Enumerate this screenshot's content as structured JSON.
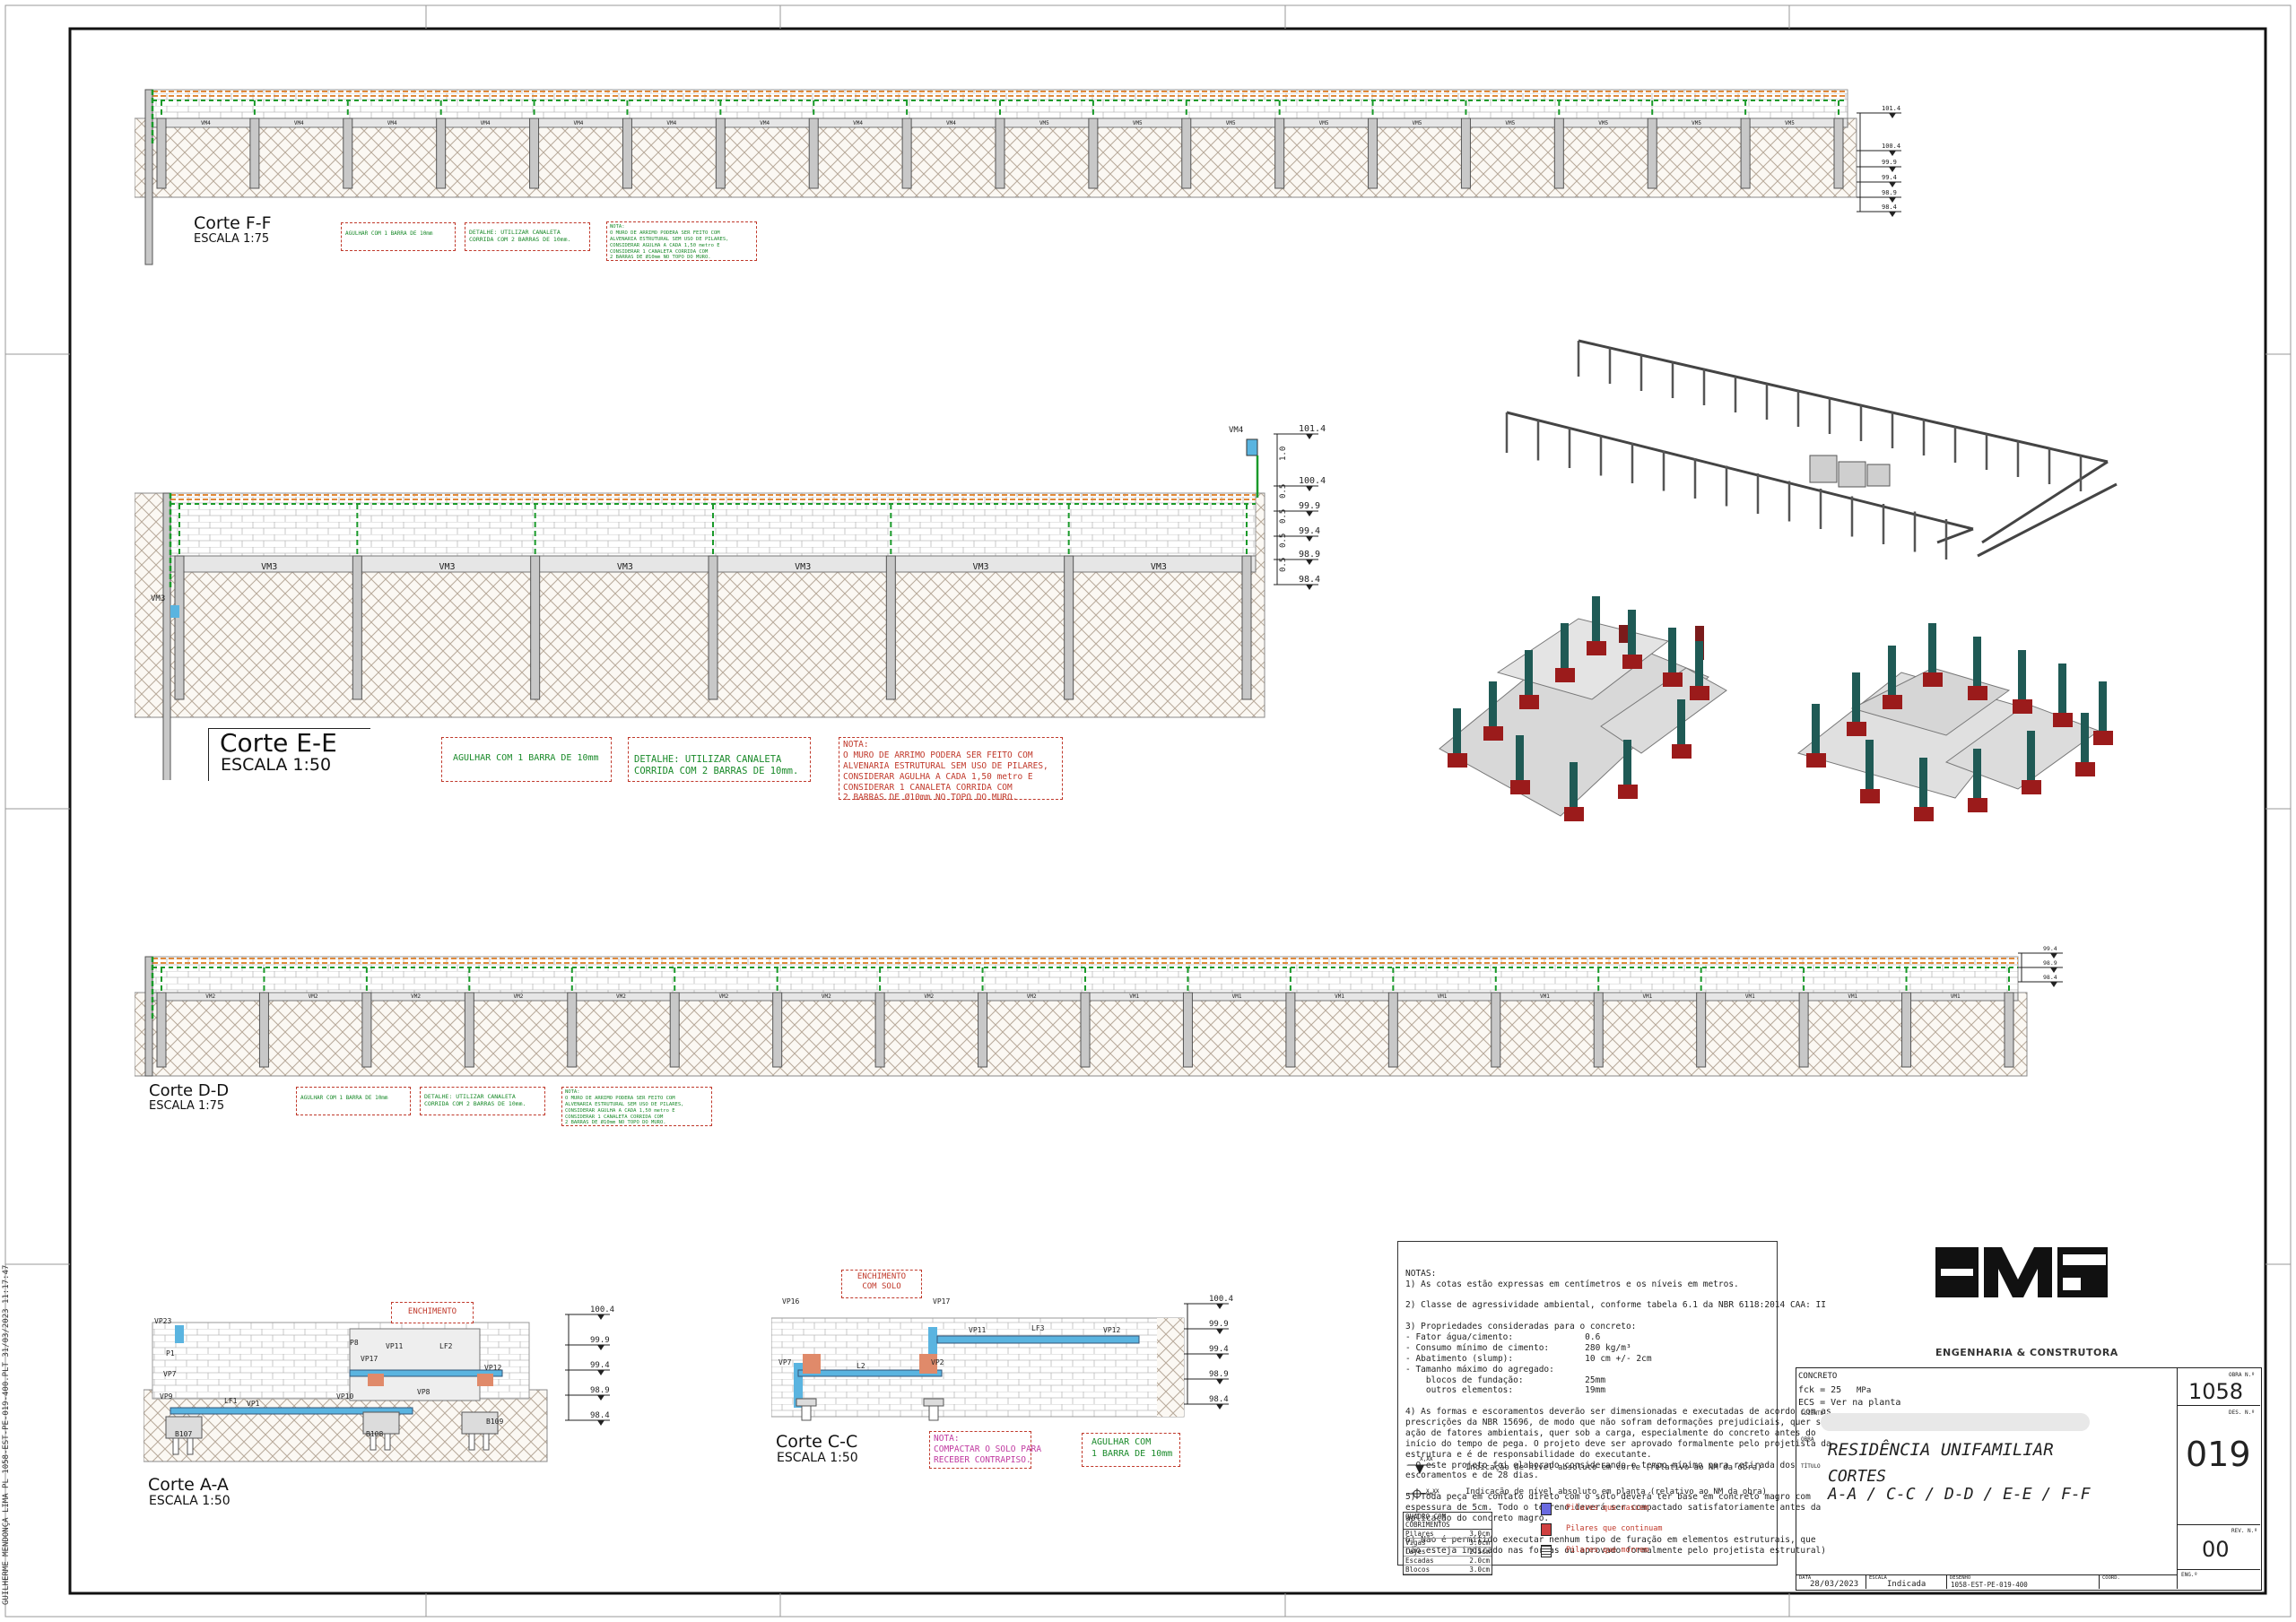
{
  "sheet": {
    "border_text": "GUILHERME MENDONÇA LIMA PL 1058-EST-PE-019-400.PLT 31/03/2023 11:17:47"
  },
  "sections": {
    "ff": {
      "title": "Corte F-F",
      "scale": "ESCALA 1:75",
      "beams": [
        "VM4",
        "VM4",
        "VM4",
        "VM4",
        "VM4",
        "VM4",
        "VM4",
        "VM4",
        "VM4",
        "VM5",
        "VM5",
        "VM5",
        "VM5",
        "VM5",
        "VM5",
        "VM5",
        "VM5",
        "VM5"
      ],
      "note1": "AGULHAR COM 1 BARRA DE 10mm",
      "note2": "DETALHE: UTILIZAR CANALETA\nCORRIDA COM 2 BARRAS DE 10mm.",
      "note3": "NOTA:\nO MURO DE ARRIMO PODERA SER FEITO COM\nALVENARIA ESTRUTURAL SEM USO DE PILARES,\nCONSIDERAR AGULHA A CADA 1,50 metro E\nCONSIDERAR 1 CANALETA CORRIDA COM\n2 BARRAS DE Ø10mm NO TOPO DO MURO.",
      "levels": [
        "101.4",
        "100.4",
        "99.9",
        "99.4",
        "98.9",
        "98.4"
      ]
    },
    "ee": {
      "title": "Corte E-E",
      "scale": "ESCALA 1:50",
      "beams": [
        "VM3",
        "VM3",
        "VM3",
        "VM3",
        "VM3",
        "VM3"
      ],
      "top_beam": "VM4",
      "side_label": "VM3",
      "note1": "AGULHAR COM 1 BARRA DE 10mm",
      "note2": "DETALHE: UTILIZAR CANALETA\nCORRIDA COM 2 BARRAS DE 10mm.",
      "note3": "NOTA:\nO MURO DE ARRIMO PODERA SER FEITO COM\nALVENARIA ESTRUTURAL SEM USO DE PILARES,\nCONSIDERAR AGULHA A CADA 1,50 metro E\nCONSIDERAR 1 CANALETA CORRIDA COM\n2 BARRAS DE Ø10mm NO TOPO DO MURO.",
      "levels": [
        "101.4",
        "100.4",
        "99.9",
        "99.4",
        "98.9",
        "98.4"
      ],
      "dims": [
        "1.0",
        "0.5",
        "0.5",
        "0.5",
        "0.5"
      ]
    },
    "dd": {
      "title": "Corte D-D",
      "scale": "ESCALA 1:75",
      "beams": [
        "VM2",
        "VM2",
        "VM2",
        "VM2",
        "VM2",
        "VM2",
        "VM2",
        "VM2",
        "VM2",
        "VM1",
        "VM1",
        "VM1",
        "VM1",
        "VM1",
        "VM1",
        "VM1",
        "VM1",
        "VM1"
      ],
      "note1": "AGULHAR COM 1 BARRA DE 10mm",
      "note2": "DETALHE: UTILIZAR CANALETA\nCORRIDA COM 2 BARRAS DE 10mm.",
      "note3": "NOTA:\nO MURO DE ARRIMO PODERA SER FEITO COM\nALVENARIA ESTRUTURAL SEM USO DE PILARES,\nCONSIDERAR AGULHA A CADA 1,50 metro E\nCONSIDERAR 1 CANALETA CORRIDA COM\n2 BARRAS DE Ø10mm NO TOPO DO MURO.",
      "levels": [
        "99.4",
        "98.9",
        "98.4"
      ]
    },
    "aa": {
      "title": "Corte A-A",
      "scale": "ESCALA 1:50",
      "tag": "ENCHIMENTO",
      "labels": [
        "VP23",
        "VP7",
        "VP9",
        "VP1",
        "VP10",
        "VP17",
        "VP11",
        "LF2",
        "VP12",
        "VP8",
        "LF1",
        "B107",
        "B108",
        "B109",
        "P8",
        "P1"
      ],
      "levels": [
        "100.4",
        "99.9",
        "99.4",
        "98.9",
        "98.4"
      ]
    },
    "cc": {
      "title": "Corte C-C",
      "scale": "ESCALA 1:50",
      "tag": "ENCHIMENTO\nCOM SOLO",
      "labels": [
        "VP16",
        "VP17",
        "VP11",
        "LF3",
        "VP12",
        "VP7",
        "VP2",
        "L2"
      ],
      "note1": "NOTA:\nCOMPACTAR O SOLO PARA\nRECEBER CONTRAPISO.",
      "note2": "AGULHAR COM\n1 BARRA DE 10mm",
      "levels": [
        "100.4",
        "99.9",
        "99.4",
        "98.9",
        "98.4"
      ]
    }
  },
  "general_notes": "NOTAS:\n1) As cotas estão expressas em centímetros e os níveis em metros.\n\n2) Classe de agressividade ambiental, conforme tabela 6.1 da NBR 6118:2014 CAA: II\n\n3) Propriedades consideradas para o concreto:\n- Fator água/cimento:              0.6\n- Consumo mínimo de cimento:       280 kg/m³\n- Abatimento (slump):              10 cm +/- 2cm\n- Tamanho máximo do agregado:\n    blocos de fundação:            25mm\n    outros elementos:              19mm\n\n4) As formas e escoramentos deverão ser dimensionadas e executadas de acordo com as\nprescrições da NBR 15696, de modo que não sofram deformações prejudiciais, quer sob a\nação de fatores ambientais, quer sob a carga, especialmente do concreto antes do\ninício do tempo de pega. O projeto deve ser aprovado formalmente pelo projetista da\nestrutura e é de responsabilidade do executante.\n- O este projeto foi elaborado considerando o tempo mínimo para retirada dos\nescoramentos e de 28 dias.\n\n5) Toda peça em contato direto com o solo deverá ter base em concreto magro com\nespessura de 5cm. Todo o terreno deverá ser compactado satisfatoriamente antes da\naplicação do concreto magro.\n\n6) Não é permitido executar nenhum tipo de furação em elementos estruturais, que\nnão esteja indicado nas formas ou aprovado formalmente pelo projetista estrutural)",
  "legend": {
    "corte": "Indicação de nível absoluto em corte (relativo ao NM da obra)",
    "planta": "Indicação de nível absoluto em planta (relativo ao NM da obra)",
    "nascem": "Pilares que nascem",
    "continuam": "Pilares que continuam",
    "morrem": "Pilares que morrem",
    "cobrimentos_title": "QUADRO COM COBRIMENTOS",
    "cobrimentos": [
      [
        "Pilares",
        "3.0cm"
      ],
      [
        "Vigas",
        "3.0cm"
      ],
      [
        "Lajes",
        "2.5cm"
      ],
      [
        "Escadas",
        "2.0cm"
      ],
      [
        "Blocos",
        "3.0cm"
      ]
    ],
    "level_tag": "X,XX"
  },
  "logo": {
    "text": "FMG",
    "subtitle": "ENGENHARIA & CONSTRUTORA"
  },
  "title_block": {
    "concreto_label": "CONCRETO",
    "fck": "fck = 25",
    "fck_unit": "MPa",
    "ecs": "ECS = Ver na planta",
    "cliente_label": "CLIENTE",
    "obra_label": "OBRA",
    "obra": "RESIDÊNCIA UNIFAMILIAR",
    "titulo_label": "TÍTULO",
    "titulo_line1": "CORTES",
    "titulo_line2": "A-A / C-C / D-D / E-E / F-F",
    "obra_n_label": "OBRA N.º",
    "obra_n": "1058",
    "des_n_label": "DES. N.º",
    "des_n": "019",
    "rev_n_label": "REV. N.º",
    "rev_n": "00",
    "data_label": "DATA",
    "data": "28/03/2023",
    "escala_label": "ESCALA",
    "escala": "Indicada",
    "desenho_label": "DESENHO",
    "desenho": "1058-EST-PE-019-400",
    "coord_label": "COORD.",
    "eng_label": "ENG.º"
  },
  "colors": {
    "green": "#1a9a2a",
    "red": "#c0392b",
    "blue": "#5ab4e0",
    "beam": "#e6e6e6",
    "column": "#c8c8c8",
    "teal": "#1f5a55",
    "darkred": "#9b1b1b",
    "orange": "#e08a3c"
  }
}
